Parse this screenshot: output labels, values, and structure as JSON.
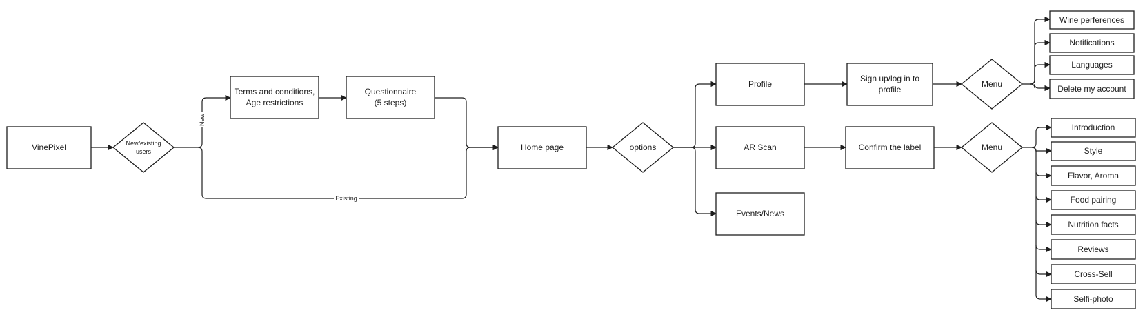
{
  "nodes": {
    "vinepixel": "VinePixel",
    "new_existing": [
      "New/existing",
      "users"
    ],
    "terms": [
      "Terms and conditions,",
      "Age restrictions"
    ],
    "questionnaire": [
      "Questionnaire",
      "(5 steps)"
    ],
    "home": "Home page",
    "options": "options",
    "profile": "Profile",
    "ar_scan": "AR Scan",
    "events": "Events/News",
    "signup": [
      "Sign up/log in to",
      "profile"
    ],
    "confirm": "Confirm the label",
    "menu_profile": "Menu",
    "menu_scan": "Menu",
    "profile_menu_items": [
      "Wine perferences",
      "Notifications",
      "Languages",
      "Delete my account"
    ],
    "scan_menu_items": [
      "Introduction",
      "Style",
      "Flavor, Aroma",
      "Food pairing",
      "Nutrition facts",
      "Reviews",
      "Cross-Sell",
      "Selfi-photo"
    ]
  },
  "edges": {
    "new": "New",
    "existing": "Existing"
  }
}
